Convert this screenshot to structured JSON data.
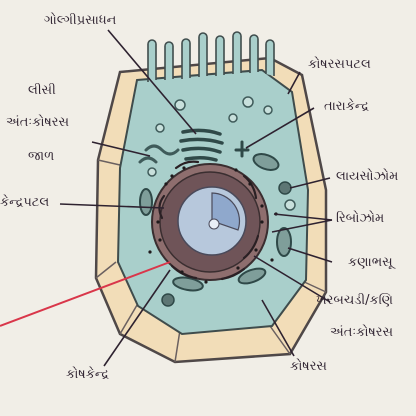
{
  "labels": {
    "golgi": "ગોલ્ગીપ્રસાધન",
    "cell_membrane": "કોષરસપટલ",
    "smooth_er_line1": "લીસી",
    "smooth_er_line2": "અંતઃકોષરસ",
    "smooth_er_line3": "જાળ",
    "centrosome": "તારાકેન્દ્ર",
    "nuclear_membrane": "કેન્દ્રપટલ",
    "lysosome": "લાયસોઝોમ",
    "ribosome": "રિબોઝોમ",
    "mitochondria": "કણાભસૂ",
    "rough_er": "ખરબચડી/કણિ",
    "rough_er_line2": "અંતઃકોષરસ",
    "nucleus": "કોષકેન્દ્ર",
    "cytoplasm": "કોષરસ"
  },
  "colors": {
    "cytoplasm": "#a9cfcb",
    "cell_wall": "#f2ddb8",
    "organelle": "#3f5b5a",
    "nucleus_ring": "#6f5458",
    "nucleolus": "#a5bdd8",
    "pointer_red": "#d9364a"
  }
}
